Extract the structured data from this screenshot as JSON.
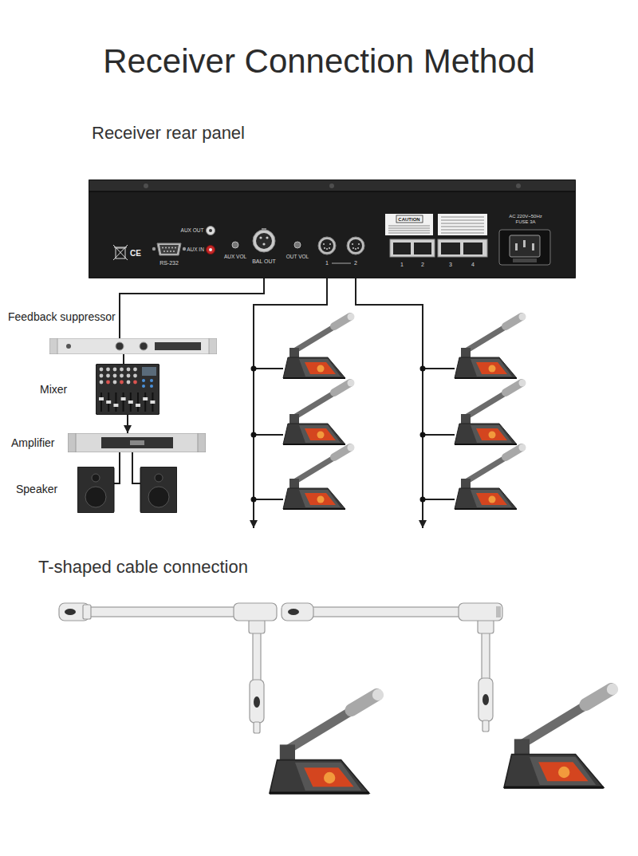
{
  "diagram": {
    "title": "Receiver Connection Method",
    "nodes": [
      {
        "text": [
          "AUX OUT",
          "AUX IN",
          "RS-232",
          "AUX VOL",
          "BAL OUT",
          "OUT VOL",
          "1",
          "2",
          "CAUTION",
          "1",
          "2",
          "3",
          "4",
          "AC 220V~50Hz FUSE 3A",
          "CE"
        ]
      },
      {
        "text": [
          "Feedback suppressor"
        ]
      },
      {
        "text": [
          "Mixer"
        ]
      },
      {
        "text": [
          "Amplifier"
        ]
      },
      {
        "text": [
          "Speaker"
        ]
      }
    ],
    "edges": [
      {
        "from": 0,
        "to": 1,
        "arrow": "none"
      },
      {
        "from": 1,
        "to": 2,
        "arrow": "none"
      },
      {
        "from": 2,
        "to": 3,
        "arrow": "to"
      },
      {
        "from": 3,
        "to": 4,
        "arrow": "none"
      }
    ],
    "labels": [
      "Receiver rear panel",
      "T-shaped cable connection"
    ]
  }
}
